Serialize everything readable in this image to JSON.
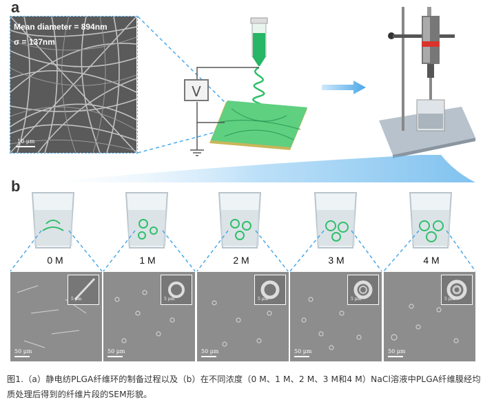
{
  "panel_a_label": "a",
  "panel_b_label": "b",
  "sem_main": {
    "mean_diameter": "Mean diameter = 894nm",
    "sigma": "σ = 137nm",
    "scale": "10 μm"
  },
  "voltage_symbol": "V",
  "concentrations": [
    {
      "label": "0 M",
      "scale": "50 μm",
      "inset_scale": "5 μm"
    },
    {
      "label": "1 M",
      "scale": "50 μm",
      "inset_scale": "5 μm"
    },
    {
      "label": "2 M",
      "scale": "50 μm",
      "inset_scale": "5 μm"
    },
    {
      "label": "3 M",
      "scale": "50 μm",
      "inset_scale": "5 μm"
    },
    {
      "label": "4 M",
      "scale": "50 μm",
      "inset_scale": "5 μm"
    }
  ],
  "caption": "图1.（a）静电纺PLGA纤维环的制备过程以及（b）在不同浓度（0 M、1 M、2 M、3 M和4 M）NaCl溶液中PLGA纤维膜经均质处理后得到的纤维片段的SEM形貌。",
  "colors": {
    "accent": "#4aa8e8",
    "fiber_green": "#2fbf6a",
    "sem_gray": "#8a8a8a"
  }
}
